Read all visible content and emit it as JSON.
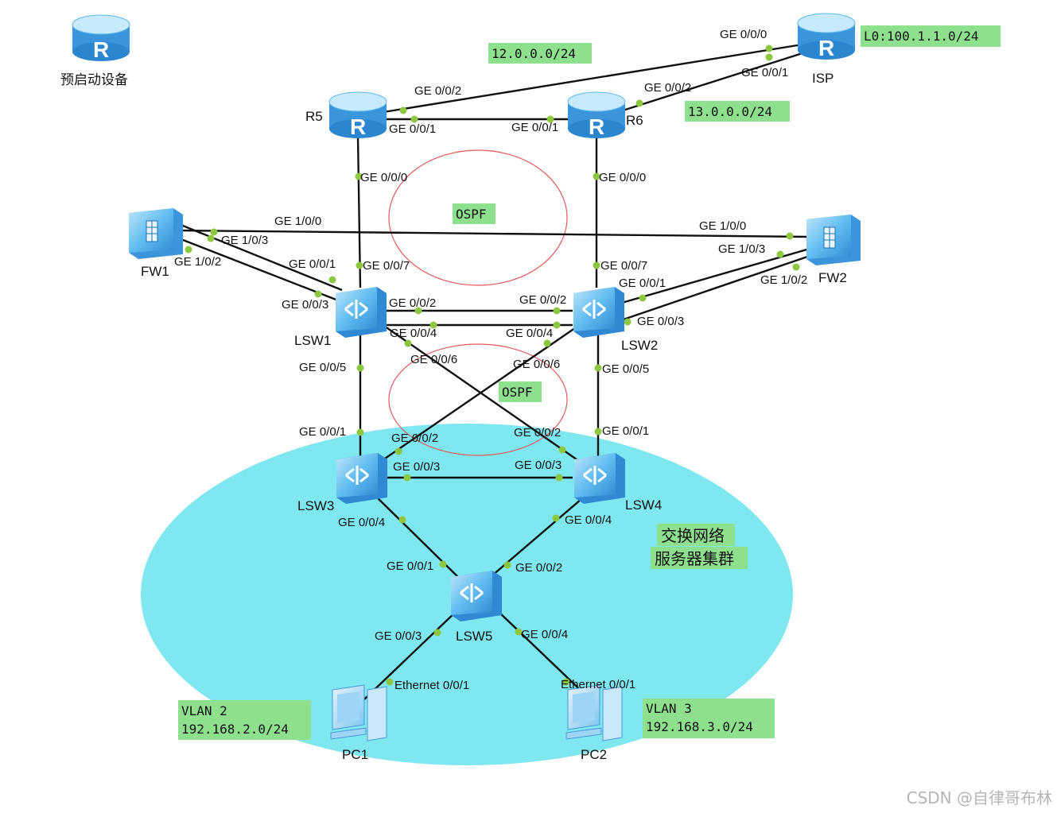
{
  "legend_device": {
    "label": "预启动设备"
  },
  "devices": {
    "isp": {
      "label": "ISP"
    },
    "r5": {
      "label": "R5"
    },
    "r6": {
      "label": "R6"
    },
    "fw1": {
      "label": "FW1"
    },
    "fw2": {
      "label": "FW2"
    },
    "lsw1": {
      "label": "LSW1"
    },
    "lsw2": {
      "label": "LSW2"
    },
    "lsw3": {
      "label": "LSW3"
    },
    "lsw4": {
      "label": "LSW4"
    },
    "lsw5": {
      "label": "LSW5"
    },
    "pc1": {
      "label": "PC1"
    },
    "pc2": {
      "label": "PC2"
    }
  },
  "notes": {
    "net12": "12.0.0.0/24",
    "net13": "13.0.0.0/24",
    "isp_loopback": "L0:100.1.1.0/24",
    "vlan2_name": "VLAN 2",
    "vlan2_subnet": "192.168.2.0/24",
    "vlan3_name": "VLAN 3",
    "vlan3_subnet": "192.168.3.0/24"
  },
  "areas": {
    "ospf_upper": "OSPF",
    "ospf_lower": "OSPF",
    "cluster_line1": "交换网络",
    "cluster_line2": "服务器集群"
  },
  "ports": {
    "isp_g000": "GE 0/0/0",
    "isp_g001": "GE 0/0/1",
    "r5_g002": "GE 0/0/2",
    "r5_g001": "GE 0/0/1",
    "r5_g000": "GE 0/0/0",
    "r6_g002": "GE 0/0/2",
    "r6_g001": "GE 0/0/1",
    "r6_g000": "GE 0/0/0",
    "fw1_g100": "GE 1/0/0",
    "fw1_g103": "GE 1/0/3",
    "fw1_g102": "GE 1/0/2",
    "fw2_g100": "GE 1/0/0",
    "fw2_g103": "GE 1/0/3",
    "fw2_g102": "GE 1/0/2",
    "lsw1_g001": "GE 0/0/1",
    "lsw1_g003": "GE 0/0/3",
    "lsw1_g007": "GE 0/0/7",
    "lsw1_g002": "GE 0/0/2",
    "lsw1_g004": "GE 0/0/4",
    "lsw1_g006": "GE 0/0/6",
    "lsw1_g005": "GE 0/0/5",
    "lsw2_g007": "GE 0/0/7",
    "lsw2_g001": "GE 0/0/1",
    "lsw2_g002": "GE 0/0/2",
    "lsw2_g004": "GE 0/0/4",
    "lsw2_g003": "GE 0/0/3",
    "lsw2_g006": "GE 0/0/6",
    "lsw2_g005": "GE 0/0/5",
    "lsw3_g001": "GE 0/0/1",
    "lsw3_g002": "GE 0/0/2",
    "lsw3_g003": "GE 0/0/3",
    "lsw3_g004": "GE 0/0/4",
    "lsw4_g001": "GE 0/0/1",
    "lsw4_g002": "GE 0/0/2",
    "lsw4_g003": "GE 0/0/3",
    "lsw4_g004": "GE 0/0/4",
    "lsw5_g001": "GE 0/0/1",
    "lsw5_g002": "GE 0/0/2",
    "lsw5_g003": "GE 0/0/3",
    "lsw5_g004": "GE 0/0/4",
    "pc1_eth": "Ethernet 0/0/1",
    "pc2_eth": "Ethernet 0/0/1"
  },
  "watermark": "CSDN @自律哥布林",
  "colors": {
    "cluster_fill": "#7fe7f0",
    "label_box": "#8ee08e",
    "ospf_circle": "#e25a5a",
    "port_dot": "#8dc63f",
    "device_blue": "#4aa8e8"
  }
}
